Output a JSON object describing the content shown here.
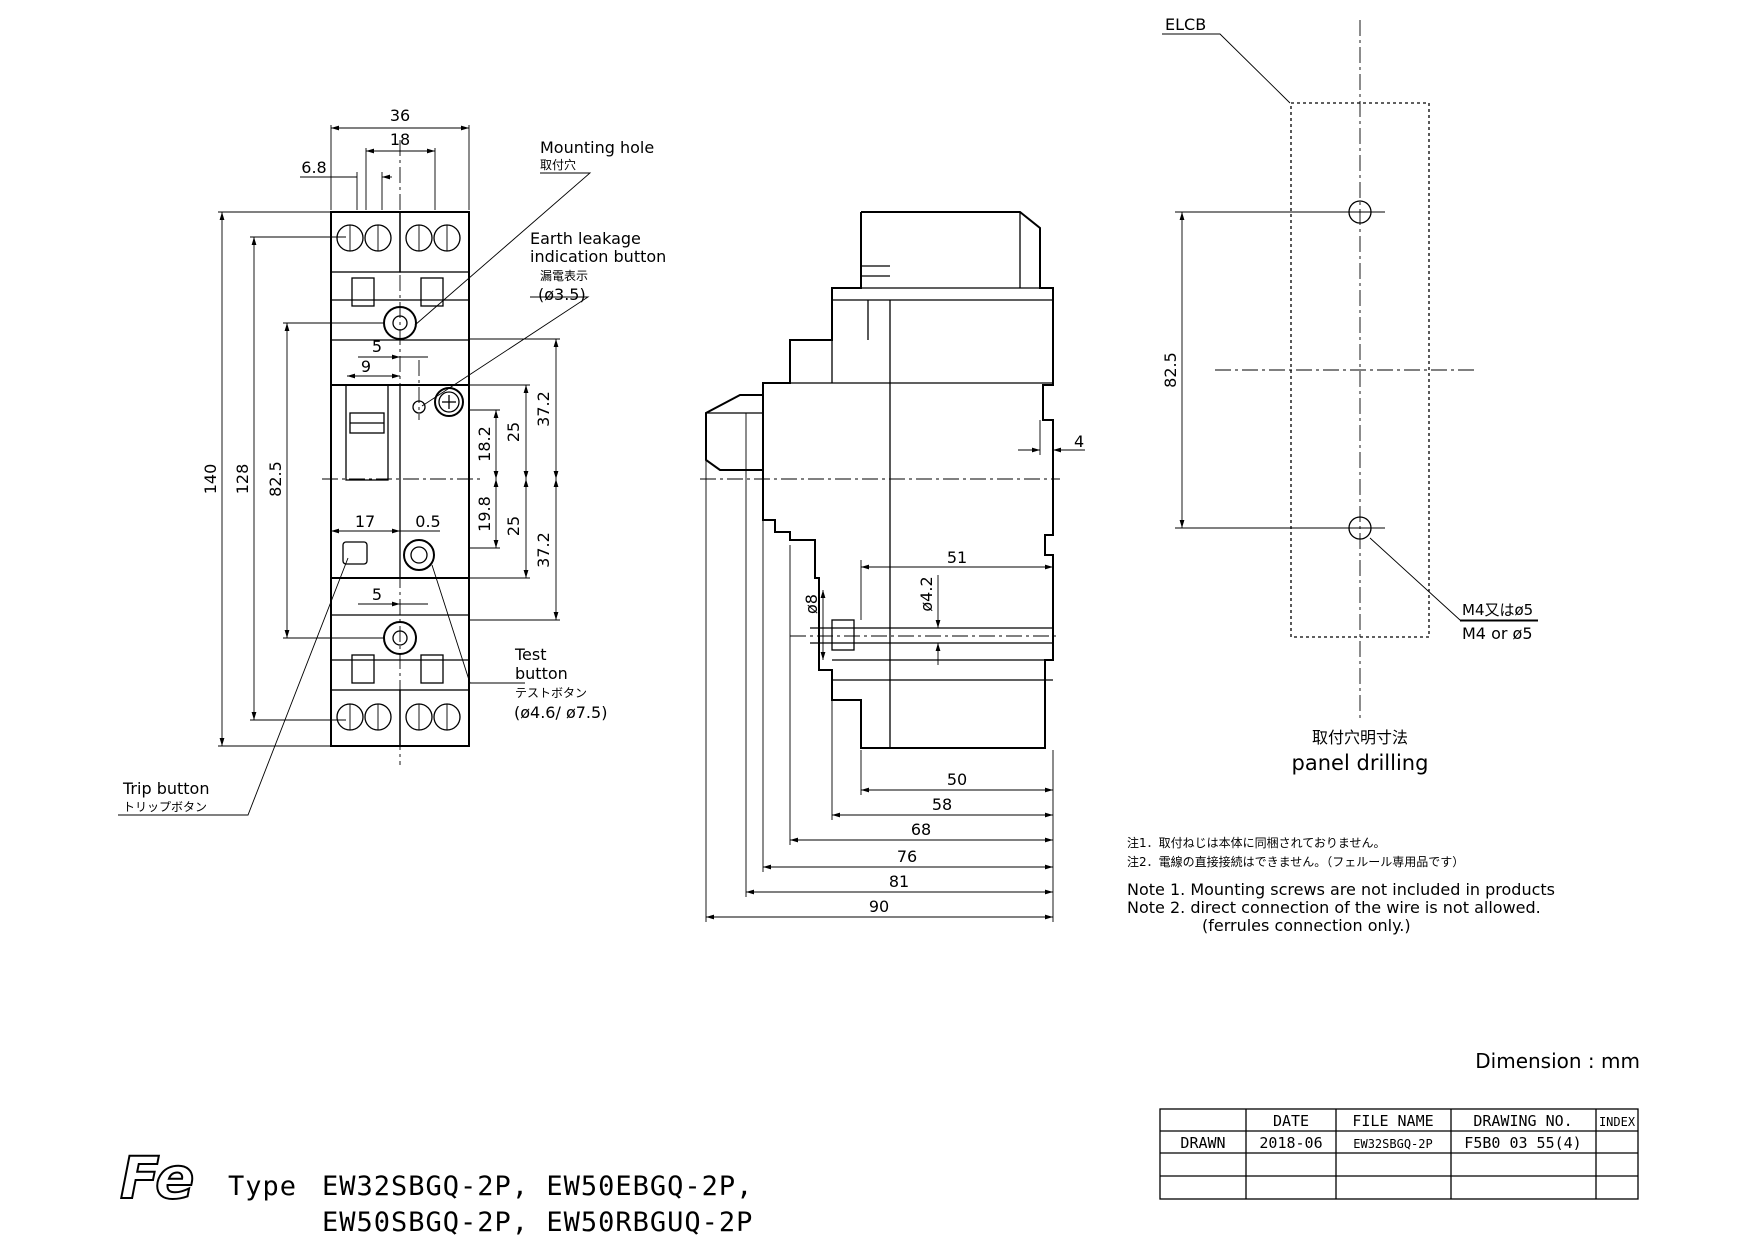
{
  "front_view": {
    "dims": {
      "w36": "36",
      "w18": "18",
      "w6_8": "6.8",
      "w5_top": "5",
      "w9": "9",
      "w17": "17",
      "w0_5": "0.5",
      "w5_bot": "5",
      "h140": "140",
      "h128": "128",
      "h82_5": "82.5",
      "h37_2_top": "37.2",
      "h25_top": "25",
      "h18_2": "18.2",
      "h19_8": "19.8",
      "h25_bot": "25",
      "h37_2_bot": "37.2"
    },
    "callouts": {
      "mounting_hole_en": "Mounting hole",
      "mounting_hole_jp": "取付穴",
      "earth_leakage_en_1": "Earth leakage",
      "earth_leakage_en_2": "indication button",
      "earth_leakage_jp": "漏電表示",
      "earth_leakage_dia": "(ø3.5)",
      "test_en_1": "Test",
      "test_en_2": "button",
      "test_jp": "テストボタン",
      "test_dia": "(ø4.6/ ø7.5)",
      "trip_en": "Trip button",
      "trip_jp": "トリップボタン"
    }
  },
  "side_view": {
    "dims": {
      "d4": "4",
      "d51": "51",
      "d8": "ø8",
      "d4_2": "ø4.2",
      "d50": "50",
      "d58": "58",
      "d68": "68",
      "d76": "76",
      "d81": "81",
      "d90": "90"
    }
  },
  "panel_drilling": {
    "elcb": "ELCB",
    "pitch": "82.5",
    "hole_jp": "M4又はø5",
    "hole_en": "M4 or ø5",
    "title_jp": "取付穴明寸法",
    "title_en": "panel drilling"
  },
  "notes": {
    "jp_1": "注1．取付ねじは本体に同梱されておりません。",
    "jp_2": "注2．電線の直接接続はできません。（フェルール専用品です）",
    "en_1": "Note 1. Mounting screws are not included in products",
    "en_2": "Note 2. direct connection of the wire is not allowed.",
    "en_3": "(ferrules connection only.)"
  },
  "dimension_unit": "Dimension : mm",
  "title_block": {
    "headers": [
      "",
      "DATE",
      "FILE NAME",
      "DRAWING NO.",
      "INDEX"
    ],
    "row1": [
      "DRAWN",
      "2018-06",
      "EW32SBGQ-2P",
      "F5B0 03 55(4)",
      ""
    ]
  },
  "type_line": {
    "prefix": "Type",
    "models_1": "EW32SBGQ-2P, EW50EBGQ-2P,",
    "models_2": "EW50SBGQ-2P, EW50RBGUQ-2P"
  },
  "logo": {
    "text": "Fe"
  }
}
